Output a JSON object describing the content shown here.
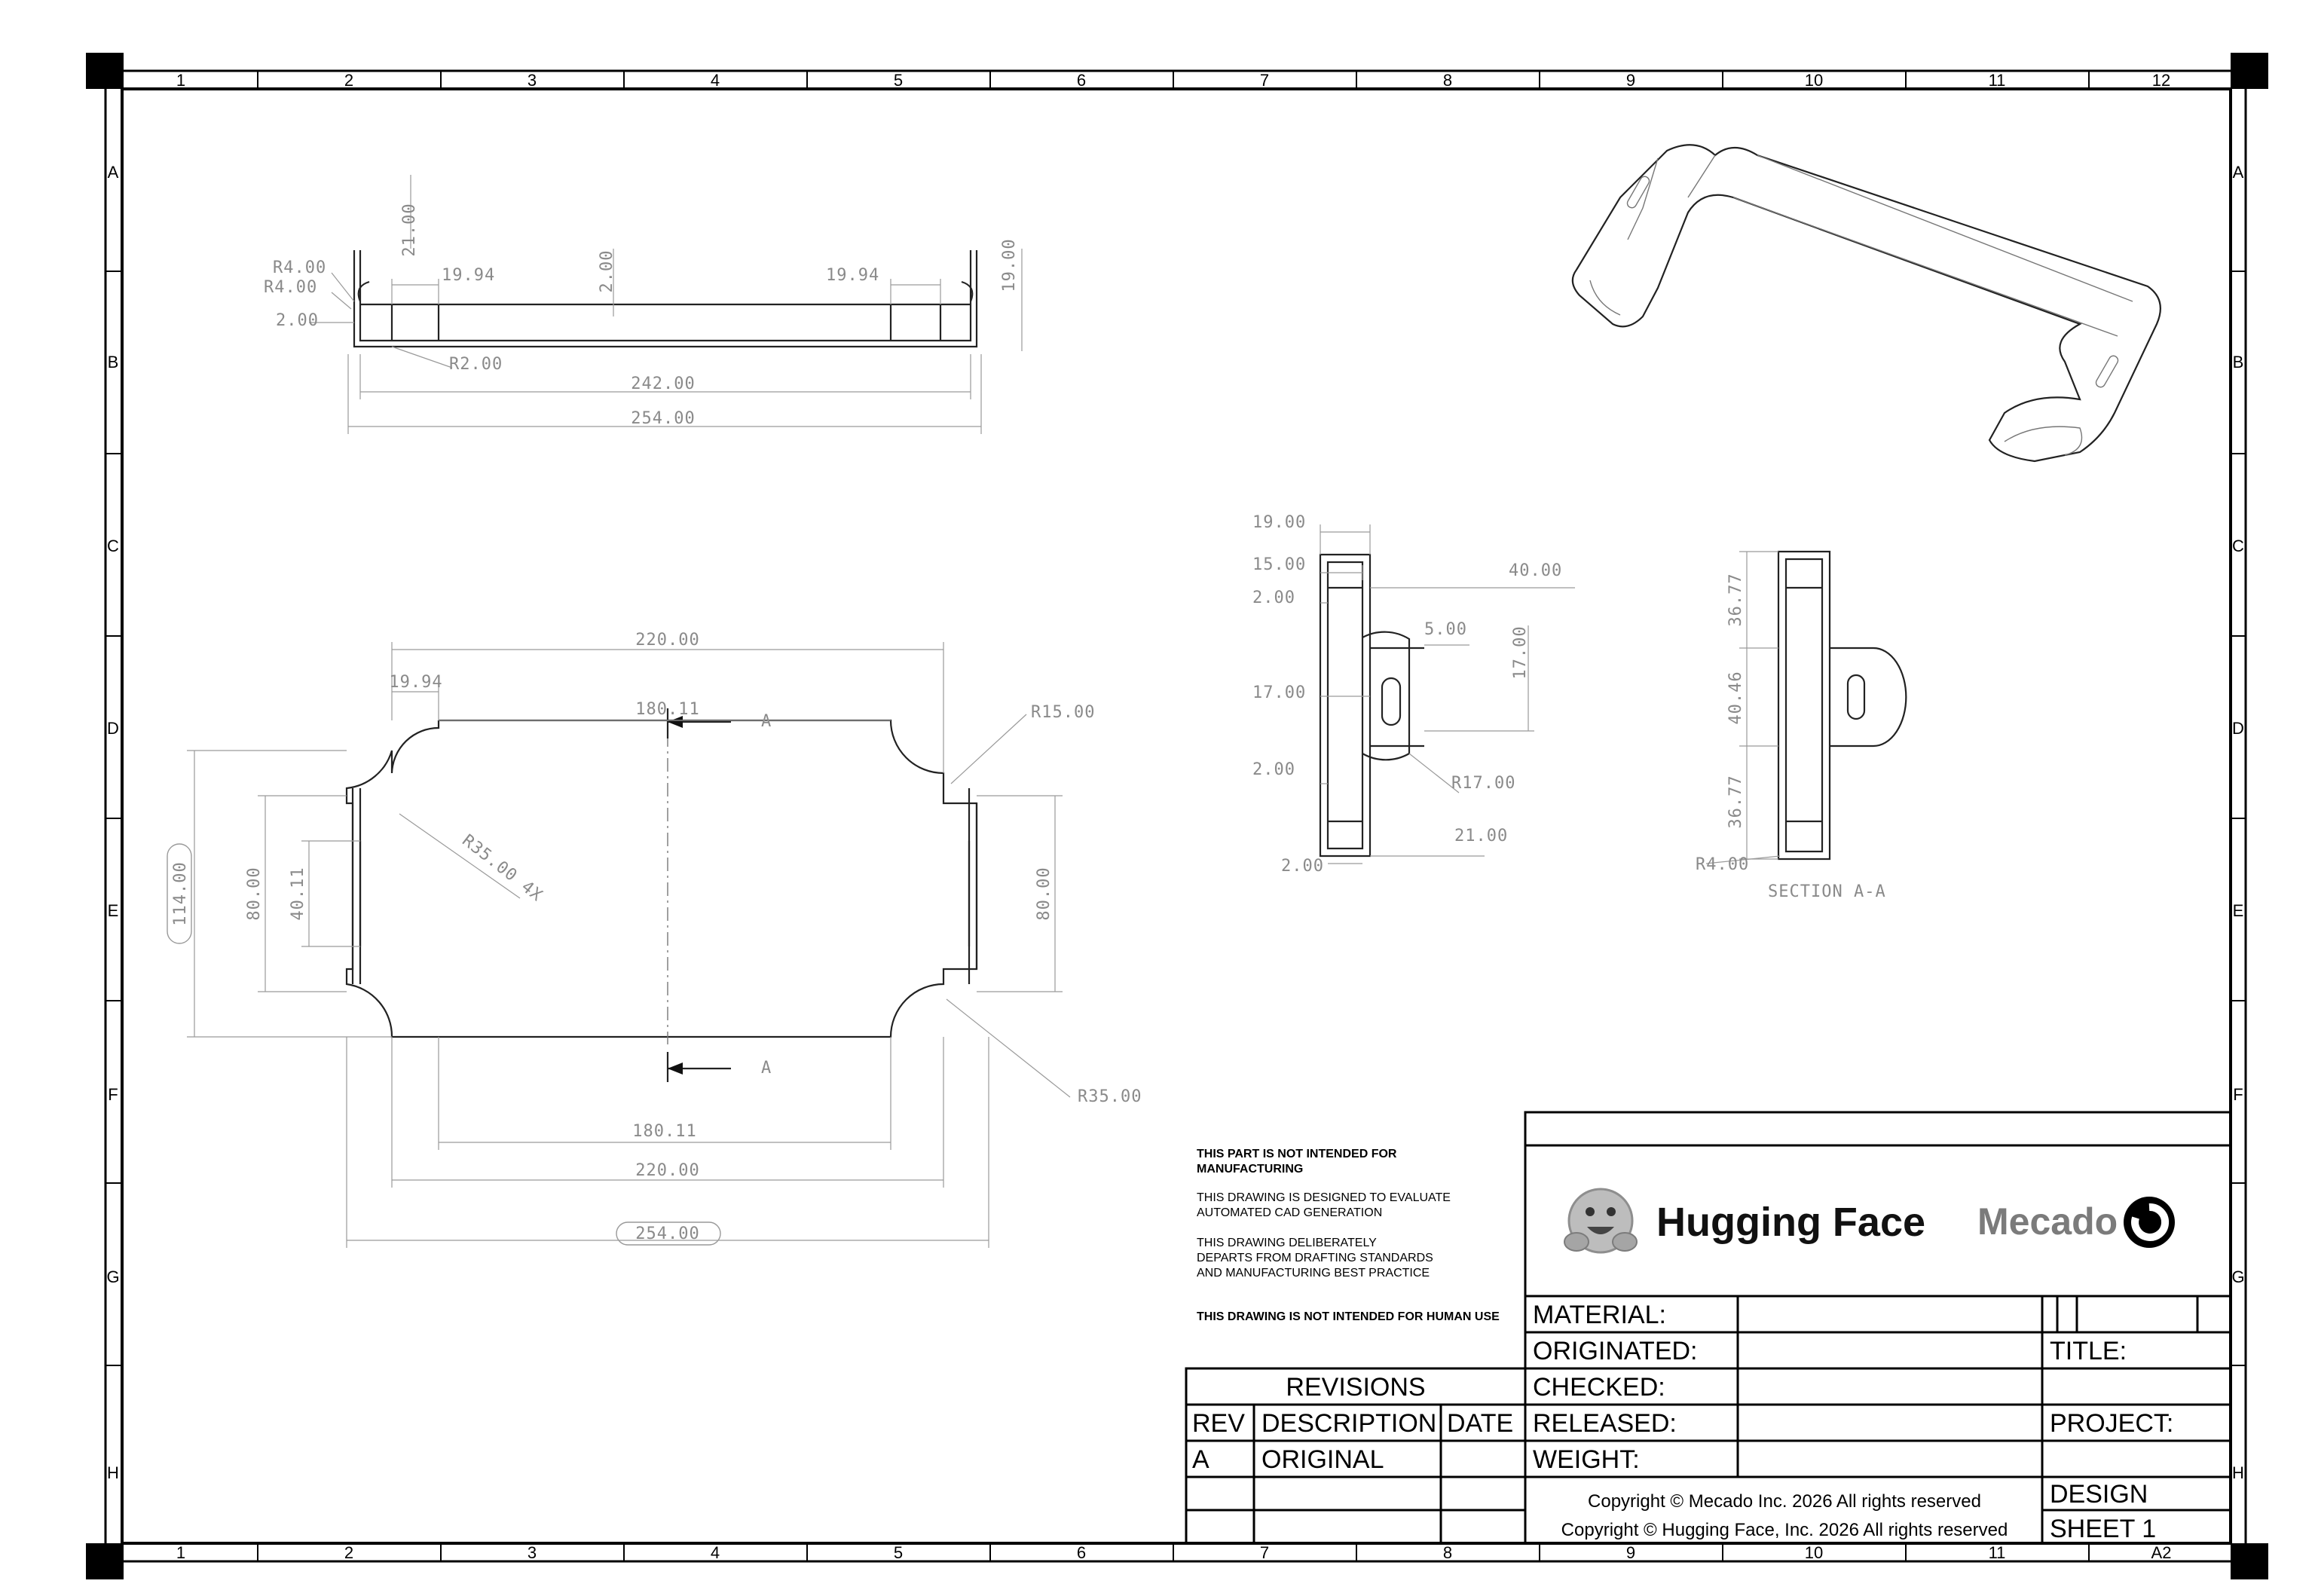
{
  "border": {
    "columns": [
      "1",
      "2",
      "3",
      "4",
      "5",
      "6",
      "7",
      "8",
      "9",
      "10",
      "11",
      "12"
    ],
    "rows": [
      "A",
      "B",
      "C",
      "D",
      "E",
      "F",
      "G",
      "H"
    ],
    "sheet_size": "A2"
  },
  "views": {
    "top_view": {
      "dims": [
        "R4.00",
        "R4.00",
        "2.00",
        "21.00",
        "19.94",
        "2.00",
        "19.94",
        "19.00",
        "R2.00",
        "242.00",
        "254.00"
      ]
    },
    "plan_view": {
      "dims": [
        "220.00",
        "19.94",
        "180.11",
        "R15.00",
        "114.00",
        "80.00",
        "40.11",
        "R35.00 4X",
        "80.00",
        "R35.00",
        "180.11",
        "220.00",
        "254.00"
      ],
      "section_label_top": "A",
      "section_label_bottom": "A"
    },
    "side_view": {
      "dims": [
        "19.00",
        "15.00",
        "2.00",
        "40.00",
        "5.00",
        "17.00",
        "17.00",
        "2.00",
        "R17.00",
        "21.00",
        "2.00"
      ]
    },
    "section_view": {
      "dims": [
        "36.77",
        "40.46",
        "36.77",
        "R4.00"
      ],
      "label": "SECTION A-A"
    }
  },
  "notes": {
    "n1": "THIS PART IS NOT INTENDED FOR",
    "n1b": "MANUFACTURING",
    "n2a": "THIS DRAWING IS DESIGNED TO EVALUATE",
    "n2b": "AUTOMATED CAD GENERATION",
    "n3a": "THIS DRAWING DELIBERATELY",
    "n3b": "DEPARTS FROM DRAFTING STANDARDS",
    "n3c": "AND MANUFACTURING BEST PRACTICE",
    "n4": "THIS DRAWING IS NOT INTENDED FOR HUMAN USE"
  },
  "title_block": {
    "logo_hf": "Hugging Face",
    "logo_mecado": "Mecado",
    "material": "MATERIAL:",
    "originated": "ORIGINATED:",
    "checked": "CHECKED:",
    "released": "RELEASED:",
    "weight": "WEIGHT:",
    "title": "TITLE:",
    "project": "PROJECT:",
    "design": "DESIGN",
    "sheet": "SHEET 1",
    "copyright1": "Copyright © Mecado Inc. 2026 All rights reserved",
    "copyright2": "Copyright © Hugging Face, Inc. 2026 All rights reserved"
  },
  "revisions": {
    "header": "REVISIONS",
    "col_rev": "REV",
    "col_desc": "DESCRIPTION",
    "col_date": "DATE",
    "rows": [
      {
        "rev": "A",
        "desc": "ORIGINAL",
        "date": ""
      }
    ]
  }
}
